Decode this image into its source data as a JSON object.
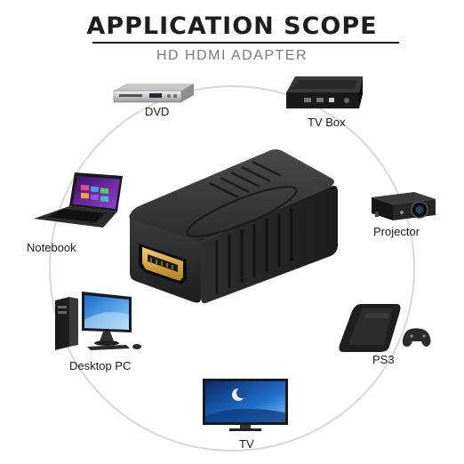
{
  "header": {
    "title": "APPLICATION SCOPE",
    "subtitle": "HD HDMI ADAPTER"
  },
  "devices": [
    {
      "id": "dvd",
      "label": "DVD",
      "icon": "dvd-player-icon"
    },
    {
      "id": "tvbox",
      "label": "TV Box",
      "icon": "tv-box-icon"
    },
    {
      "id": "projector",
      "label": "Projector",
      "icon": "projector-icon"
    },
    {
      "id": "ps3",
      "label": "PS3",
      "icon": "game-console-icon"
    },
    {
      "id": "tv",
      "label": "TV",
      "icon": "television-icon"
    },
    {
      "id": "desktop",
      "label": "Desktop PC",
      "icon": "desktop-pc-icon"
    },
    {
      "id": "notebook",
      "label": "Notebook",
      "icon": "laptop-icon"
    }
  ],
  "colors": {
    "ring": "#d8d8d8",
    "adapter_body": "#2b2b2d",
    "connector_gold": "#d9a93c",
    "title": "#1e1e1e",
    "subtitle": "#7a7a7a"
  }
}
